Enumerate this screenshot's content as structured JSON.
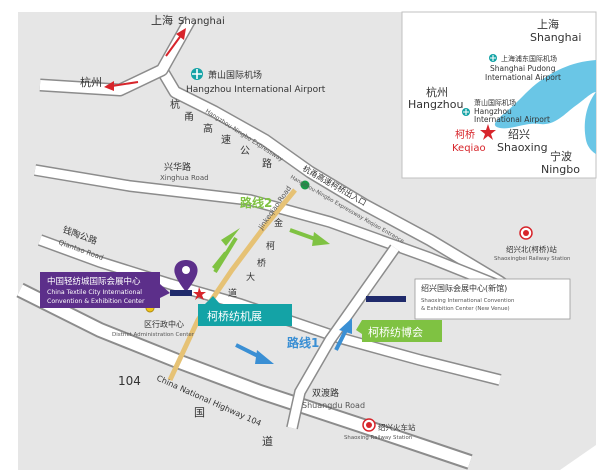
{
  "colors": {
    "land": "#e6e6e6",
    "road": "#c9c9c9",
    "road_edge": "#8c8c8c",
    "yellow_road": "#e6c275",
    "teal": "#14a3a6",
    "green": "#7fc242",
    "purple": "#5c2f8a",
    "blue_arrow": "#3a8fd4",
    "red": "#d7252b",
    "navy": "#1f2a6b",
    "grey_label": "#666666",
    "water": "#6ac6e6"
  },
  "labels": {
    "shanghai_cn": "上海",
    "shanghai_en": "Shanghai",
    "hangzhou_cn": "杭州",
    "airport_cn": "萧山国际机场",
    "airport_en": "Hangzhou International Airport",
    "expressway_cn": [
      "杭",
      "甬",
      "高",
      "速",
      "公",
      "路"
    ],
    "expressway_en": "Hangzhou-Ningbo Expressway",
    "keqiao_exit_cn": "杭甬高速柯桥出入口",
    "keqiao_exit_en": "Hangzhou-Ningbo Expressway Keqiao Entrance",
    "xinghua_cn": "兴华路",
    "xinghua_en": "Xinghua Road",
    "route2": "路线2",
    "route1": "路线1",
    "jinke_cn": [
      "金",
      "柯",
      "桥",
      "大",
      "道"
    ],
    "jinke_en": "Jinkeqiao Road",
    "qiantao_cn": "钱陶公路",
    "qiantao_en": "Qiantao Road",
    "ctc_cn": "中国轻纺城国际会展中心",
    "ctc_en_1": "China Textile City International",
    "ctc_en_2": "Convention & Exhibition Center",
    "district_cn": "区行政中心",
    "district_en": "District Administration Center",
    "kefang_jizhan": "柯桥纺机展",
    "sxnew_cn": "绍兴国际会展中心(新馆)",
    "sxnew_en_1": "Shaoxing International Convention",
    "sxnew_en_2": "& Exhibition Center (New Venue)",
    "kefang_bohui": "柯桥纺博会",
    "sxbei_cn": "绍兴北(柯桥)站",
    "sxbei_en": "Shaoxingbei Railway Station",
    "hw104_num": "104",
    "hw104_en": "China National Highway 104",
    "hw104_guo": "国",
    "hw104_dao": "道",
    "shuangdu_cn": "双渡路",
    "shuangdu_en": "Shuangdu Road",
    "sxrail_cn": "绍兴火车站",
    "sxrail_en": "Shaoxing Railway Station"
  },
  "inset": {
    "shanghai_cn": "上海",
    "shanghai_en": "Shanghai",
    "pudong_cn": "上海浦东国际机场",
    "pudong_en_1": "Shanghai Pudong",
    "pudong_en_2": "International Airport",
    "hangzhou_cn": "杭州",
    "hangzhou_en": "Hangzhou",
    "xiaoshan_cn": "萧山国际机场",
    "xiaoshan_en_1": "Hangzhou",
    "xiaoshan_en_2": "International Airport",
    "keqiao_cn": "柯桥",
    "keqiao_en": "Keqiao",
    "shaoxing_cn": "绍兴",
    "shaoxing_en": "Shaoxing",
    "ningbo_cn": "宁波",
    "ningbo_en": "Ningbo"
  }
}
